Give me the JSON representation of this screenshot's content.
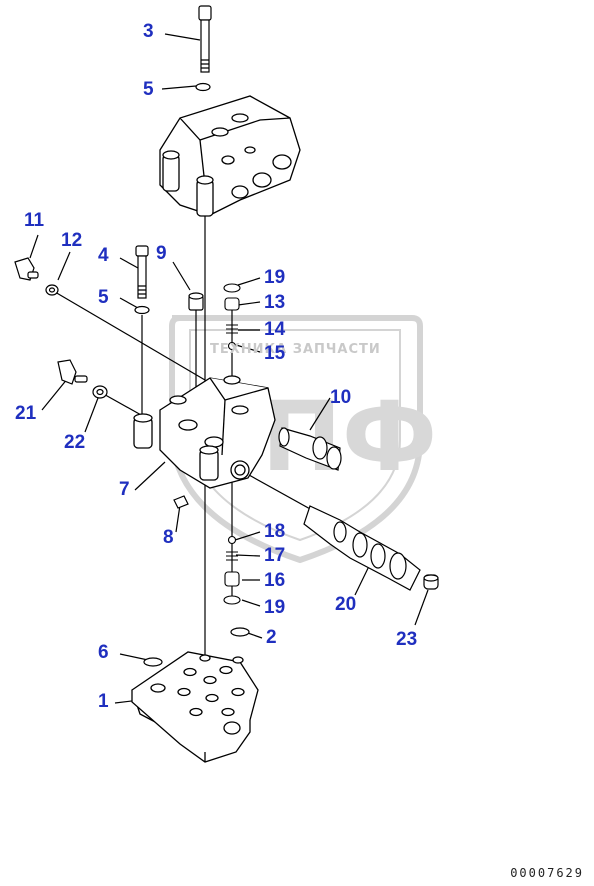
{
  "diagram": {
    "colors": {
      "callout": "#1f2fbf",
      "line": "#000000",
      "watermark": "#c9c9c9"
    },
    "callouts": [
      {
        "id": "c3",
        "label": "3"
      },
      {
        "id": "c5a",
        "label": "5"
      },
      {
        "id": "c11",
        "label": "11"
      },
      {
        "id": "c12",
        "label": "12"
      },
      {
        "id": "c4",
        "label": "4"
      },
      {
        "id": "c9",
        "label": "9"
      },
      {
        "id": "c19a",
        "label": "19"
      },
      {
        "id": "c13",
        "label": "13"
      },
      {
        "id": "c5b",
        "label": "5"
      },
      {
        "id": "c14",
        "label": "14"
      },
      {
        "id": "c15",
        "label": "15"
      },
      {
        "id": "c10",
        "label": "10"
      },
      {
        "id": "c21",
        "label": "21"
      },
      {
        "id": "c22",
        "label": "22"
      },
      {
        "id": "c7",
        "label": "7"
      },
      {
        "id": "c8",
        "label": "8"
      },
      {
        "id": "c18",
        "label": "18"
      },
      {
        "id": "c17",
        "label": "17"
      },
      {
        "id": "c16",
        "label": "16"
      },
      {
        "id": "c19b",
        "label": "19"
      },
      {
        "id": "c20",
        "label": "20"
      },
      {
        "id": "c23",
        "label": "23"
      },
      {
        "id": "c2",
        "label": "2"
      },
      {
        "id": "c6",
        "label": "6"
      },
      {
        "id": "c1",
        "label": "1"
      }
    ],
    "watermark_text": "ТЕХНИКА  ЗАПЧАСТИ",
    "watermark_logo": "ТПФ",
    "catalog_number": "00007629"
  }
}
